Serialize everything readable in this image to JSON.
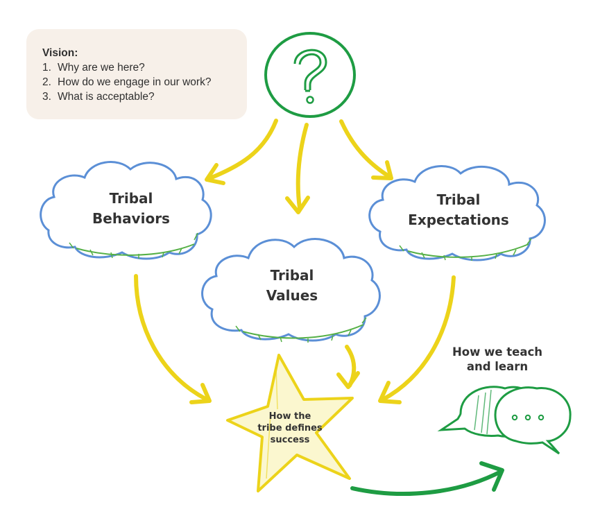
{
  "vision": {
    "title": "Vision:",
    "items": [
      {
        "num": "1.",
        "text": "Why are we here?"
      },
      {
        "num": "2.",
        "text": "How do we engage in our work?"
      },
      {
        "num": "3.",
        "text": "What is acceptable?"
      }
    ]
  },
  "clouds": {
    "behaviors": {
      "line1": "Tribal",
      "line2": "Behaviors"
    },
    "values": {
      "line1": "Tribal",
      "line2": "Values"
    },
    "expectations": {
      "line1": "Tribal",
      "line2": "Expectations"
    }
  },
  "star": {
    "line1": "How the",
    "line2": "tribe defines",
    "line3": "success"
  },
  "teach": {
    "line1": "How we teach",
    "line2": "and learn"
  },
  "colors": {
    "arrow_yellow": "#ecd31a",
    "arrow_green": "#1e9c43",
    "cloud_outline": "#5b8fd6",
    "grass_green": "#55b046",
    "star_fill": "#fbf7cf",
    "vision_bg": "#f7f0e9"
  },
  "icons": [
    "question-mark-icon",
    "speech-bubbles-icon",
    "star-shape",
    "cloud-shape"
  ]
}
